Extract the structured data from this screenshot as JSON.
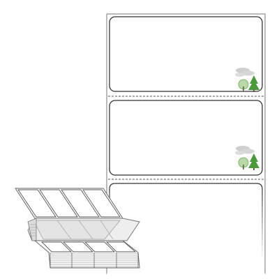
{
  "scene": {
    "subject": "fanfold-label-stock",
    "label_shape": "rectangle-rounded-corners",
    "visible_labels": 3,
    "eco_icon": "eco-trees-icon",
    "colors": {
      "background": "#ffffff",
      "outline": "#444444",
      "perforation": "#555555",
      "stack_edge": "#666666",
      "liner_fill": "#eeeeee",
      "tree_green": "#4a9a3a",
      "tree_light": "#8cc27a",
      "cloud": "#c9c9c9"
    }
  }
}
